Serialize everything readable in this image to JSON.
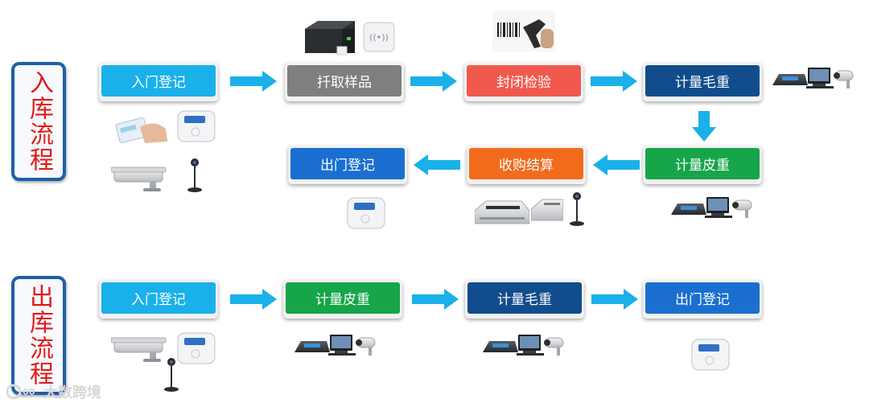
{
  "colors": {
    "cyan": "#1ab0ea",
    "gray": "#7f7f7f",
    "red": "#f2594e",
    "navy": "#114d8c",
    "green": "#17a54a",
    "orange": "#f26b1d",
    "blue": "#1a6fd0",
    "arrow": "#1ab0ea",
    "tag_text": "#e01b1b"
  },
  "inbound": {
    "label": "入库流程",
    "steps": [
      {
        "label": "入门登记"
      },
      {
        "label": "扦取样品"
      },
      {
        "label": "封闭检验"
      },
      {
        "label": "计量毛重"
      },
      {
        "label": "计量皮重"
      },
      {
        "label": "收购结算"
      },
      {
        "label": "出门登记"
      }
    ]
  },
  "outbound": {
    "label": "出库流程",
    "steps": [
      {
        "label": "入门登记"
      },
      {
        "label": "计量皮重"
      },
      {
        "label": "计量毛重"
      },
      {
        "label": "出门登记"
      }
    ]
  },
  "watermark": {
    "text": "大数跨境",
    "logo": "100"
  }
}
